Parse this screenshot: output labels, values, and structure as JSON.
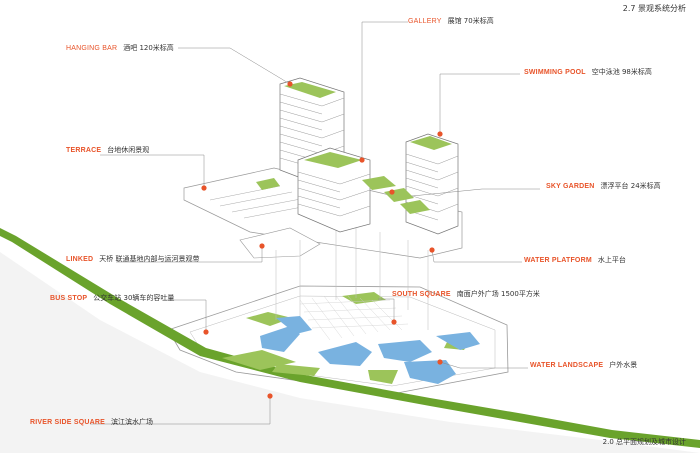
{
  "page": {
    "section_title": "2.7 景观系统分析",
    "footer": "2.0 总平面规划及城市设计"
  },
  "colors": {
    "accent": "#e8542a",
    "green": "#9cc45a",
    "water": "#79b2e0",
    "leader": "#888888"
  },
  "labels": {
    "hanging_bar": {
      "en": "HANGING BAR",
      "cn": "酒吧 120米标高"
    },
    "gallery": {
      "en": "GALLERY",
      "cn": "展馆 70米标高"
    },
    "swimming_pool": {
      "en": "SWIMMING POOL",
      "cn": "空中泳池 98米标高"
    },
    "terrace": {
      "en": "TERRACE",
      "cn": "台地休闲景观"
    },
    "sky_garden": {
      "en": "SKY GARDEN",
      "cn": "漂浮平台 24米标高"
    },
    "linked": {
      "en": "LINKED",
      "cn": "天桥 联通基地内部与运河景观带"
    },
    "water_platform": {
      "en": "WATER PLATFORM",
      "cn": "水上平台"
    },
    "bus_stop": {
      "en": "BUS STOP",
      "cn": "公交车站 30辆车的容吐量"
    },
    "south_square": {
      "en": "SOUTH SQUARE",
      "cn": "南面户外广场 1500平方米"
    },
    "water_landscape": {
      "en": "WATER LANDSCAPE",
      "cn": "户外水景"
    },
    "river_side_square": {
      "en": "RIVER SIDE SQUARE",
      "cn": "滨江滨水广场"
    }
  }
}
